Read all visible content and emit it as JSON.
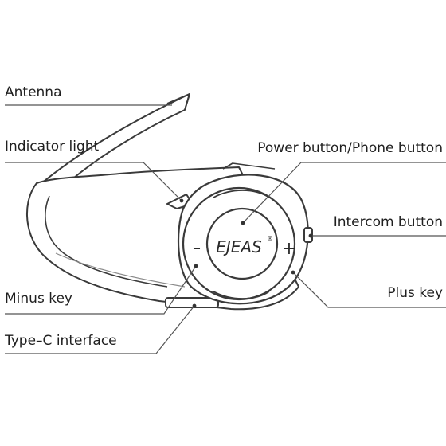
{
  "labels": {
    "antenna": "Antenna",
    "indicator_light": "Indicator light",
    "power_button": "Power button/Phone button",
    "intercom_button": "Intercom button",
    "minus_key": "Minus key",
    "plus_key": "Plus key",
    "type_c": "Type–C  interface"
  },
  "device": {
    "brand": "EJEAS",
    "registered": "®",
    "minus_symbol": "–",
    "plus_symbol": "+"
  },
  "colors": {
    "line": "#3a3a3a",
    "leader": "#555555",
    "text": "#1f1f1f",
    "fill": "#ffffff"
  }
}
